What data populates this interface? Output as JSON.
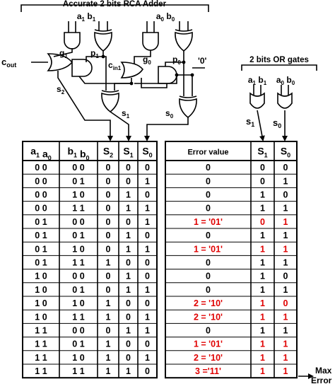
{
  "circuit": {
    "title": "Accurate 2 bits RCA Adder",
    "inputs_left": [
      "a",
      "1",
      "b",
      "1"
    ],
    "inputs_right": [
      "a",
      "0",
      "b",
      "0"
    ],
    "signals": {
      "g1": [
        "g",
        "1"
      ],
      "p1": [
        "p",
        "1"
      ],
      "cin1": [
        "c",
        "in1"
      ],
      "g0": [
        "g",
        "0"
      ],
      "p0": [
        "p",
        "0"
      ],
      "zero": "'0'",
      "cout": [
        "c",
        "out"
      ],
      "s2": [
        "s",
        "2"
      ],
      "s1": [
        "s",
        "1"
      ],
      "s0": [
        "s",
        "0"
      ]
    }
  },
  "or_gates": {
    "title": "2 bits OR gates",
    "inputs_left": [
      "a",
      "1",
      "b",
      "1"
    ],
    "inputs_right": [
      "a",
      "0",
      "b",
      "0"
    ],
    "s1": [
      "s",
      "1"
    ],
    "s0": [
      "s",
      "0"
    ]
  },
  "left_table": {
    "headers": [
      [
        [
          "a",
          "1"
        ],
        [
          "a",
          "0"
        ]
      ],
      [
        [
          "b",
          "1"
        ],
        [
          "b",
          "0"
        ]
      ],
      [
        [
          "S",
          "2"
        ]
      ],
      [
        [
          "S",
          "1"
        ]
      ],
      [
        [
          "S",
          "0"
        ]
      ]
    ],
    "rows": [
      [
        "0 0",
        "0 0",
        "0",
        "0",
        "0"
      ],
      [
        "0 0",
        "0 1",
        "0",
        "0",
        "1"
      ],
      [
        "0 0",
        "1 0",
        "0",
        "1",
        "0"
      ],
      [
        "0 0",
        "1 1",
        "0",
        "1",
        "1"
      ],
      [
        "0 1",
        "0 0",
        "0",
        "0",
        "1"
      ],
      [
        "0 1",
        "0 1",
        "0",
        "1",
        "0"
      ],
      [
        "0 1",
        "1 0",
        "0",
        "1",
        "1"
      ],
      [
        "0 1",
        "1 1",
        "1",
        "0",
        "0"
      ],
      [
        "1 0",
        "0 0",
        "0",
        "1",
        "0"
      ],
      [
        "1 0",
        "0 1",
        "0",
        "1",
        "1"
      ],
      [
        "1 0",
        "1 0",
        "1",
        "0",
        "0"
      ],
      [
        "1 0",
        "1 1",
        "1",
        "0",
        "1"
      ],
      [
        "1 1",
        "0 0",
        "0",
        "1",
        "1"
      ],
      [
        "1 1",
        "0 1",
        "1",
        "0",
        "0"
      ],
      [
        "1 1",
        "1 0",
        "1",
        "0",
        "1"
      ],
      [
        "1 1",
        "1 1",
        "1",
        "1",
        "0"
      ]
    ]
  },
  "right_table": {
    "headers": [
      [
        [
          "Error value",
          ""
        ]
      ],
      [
        [
          "S",
          "1"
        ]
      ],
      [
        [
          "S",
          "0"
        ]
      ]
    ],
    "rows": [
      [
        "0",
        "0",
        "0"
      ],
      [
        "0",
        "0",
        "1"
      ],
      [
        "0",
        "1",
        "0"
      ],
      [
        "0",
        "1",
        "1"
      ],
      [
        "1 = '01'",
        "0",
        "1"
      ],
      [
        "0",
        "1",
        "1"
      ],
      [
        "1 = '01'",
        "1",
        "1"
      ],
      [
        "0",
        "1",
        "1"
      ],
      [
        "0",
        "1",
        "0"
      ],
      [
        "0",
        "1",
        "1"
      ],
      [
        "2 = '10'",
        "1",
        "0"
      ],
      [
        "2 = '10'",
        "1",
        "1"
      ],
      [
        "0",
        "1",
        "1"
      ],
      [
        "1 = '01'",
        "1",
        "1"
      ],
      [
        "2 = '10'",
        "1",
        "1"
      ],
      [
        "3 ='11'",
        "1",
        "1"
      ]
    ],
    "red_rows": [
      4,
      6,
      10,
      11,
      13,
      14,
      15
    ],
    "red_color": "#e00000"
  },
  "annotation": {
    "line1": "Max",
    "line2": "Error"
  }
}
